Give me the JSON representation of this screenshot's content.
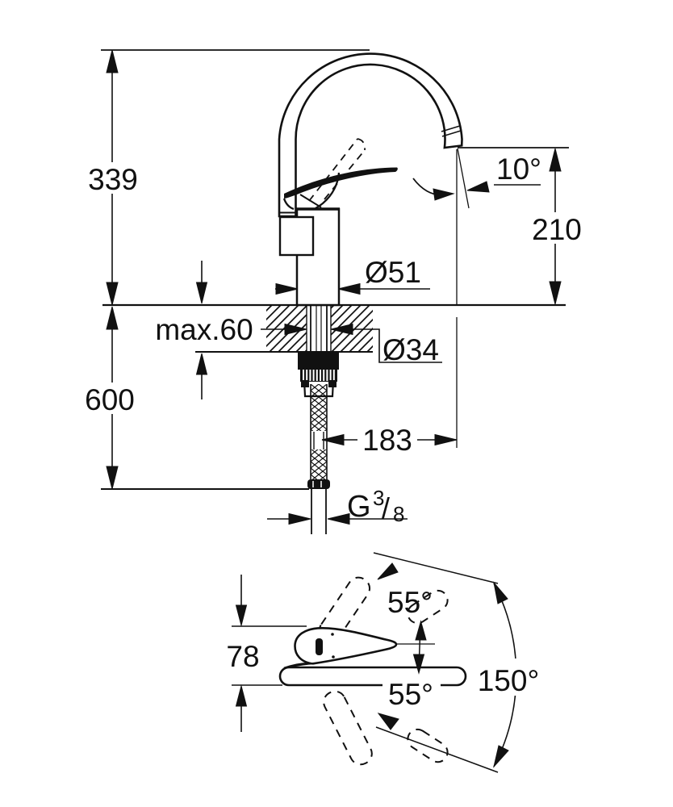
{
  "drawing": {
    "background": "#ffffff",
    "line_color": "#111111",
    "type": "faucet dimensional drawing",
    "side_view": {
      "height_above_counter": "339",
      "hose_length_below": "600",
      "spout_outlet_height": "210",
      "spout_outlet_angle": "10°",
      "body_diameter": "Ø51",
      "max_counter_thickness": "max.60",
      "mounting_hole_diameter": "Ø34",
      "spout_reach": "183",
      "thread": {
        "g": "G",
        "numerator": "3",
        "slash": "/",
        "denominator": "8"
      }
    },
    "top_view": {
      "handle_zone_depth": "78",
      "handle_swing_up": "55°",
      "handle_swing_down": "55°",
      "spout_swivel_range": "150°"
    }
  }
}
